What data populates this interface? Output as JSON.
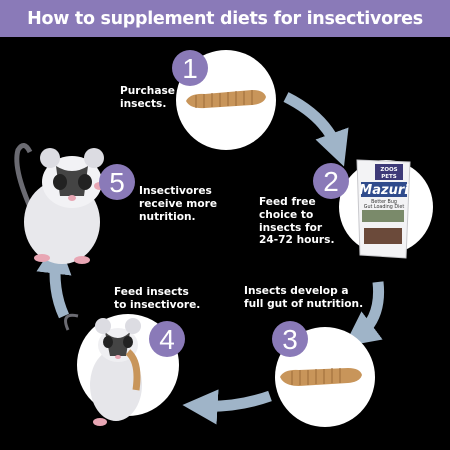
{
  "title": "How to supplement diets for insectivores",
  "colors": {
    "header_bg": "#8a7ab8",
    "step_badge": "#8a7ab8",
    "arrow": "#9fb4c8",
    "background": "#000000",
    "mealworm": "#c8955a"
  },
  "steps": [
    {
      "number": "1",
      "lines": [
        "Purchase",
        "insects."
      ],
      "icon": "mealworm-icon"
    },
    {
      "number": "2",
      "lines": [
        "Feed free",
        "choice to",
        "insects for",
        "24-72 hours."
      ],
      "icon": "mazuri-gut-loading-bag-icon"
    },
    {
      "number": "3",
      "lines": [
        "Insects develop a",
        "full gut of nutrition."
      ],
      "icon": "mealworm-icon"
    },
    {
      "number": "4",
      "lines": [
        "Feed insects",
        "to insectivore."
      ],
      "icon": "sugar-glider-eating-icon"
    },
    {
      "number": "5",
      "lines": [
        "Insectivores",
        "receive more",
        "nutrition."
      ],
      "icon": "sugar-glider-icon"
    }
  ],
  "product_bag": {
    "brand": "Mazuri",
    "badge_line1": "ZOOS",
    "badge_line2": "PETS",
    "subtitle_line1": "Better Bug",
    "subtitle_line2": "Gut Loading Diet"
  }
}
